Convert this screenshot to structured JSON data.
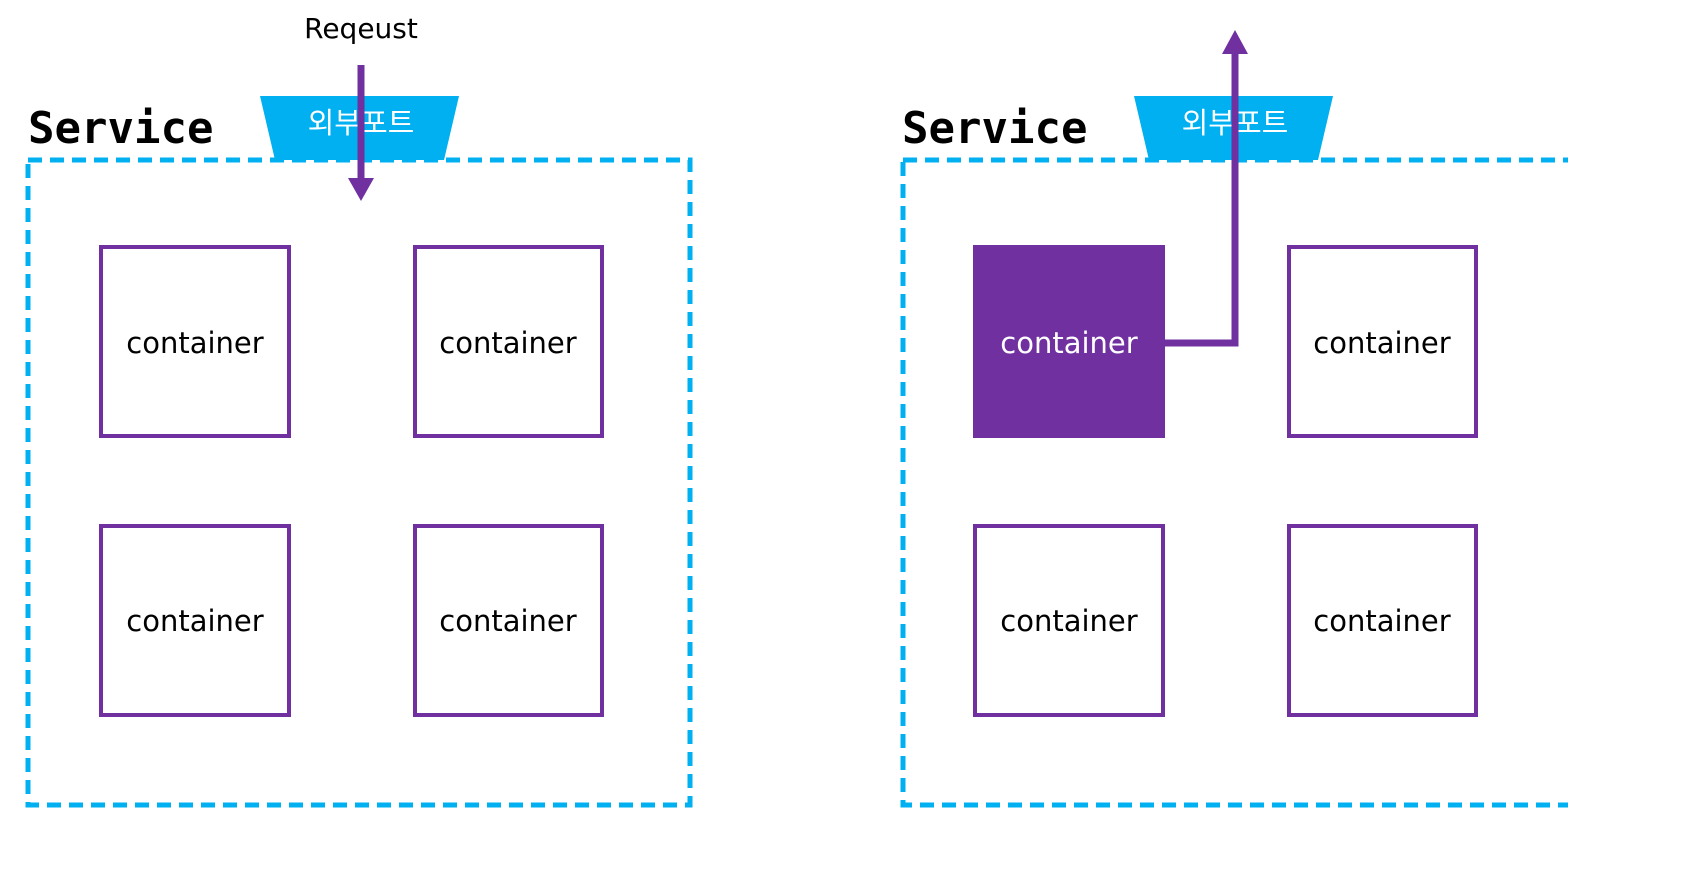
{
  "request_label": "Reqeust",
  "colors": {
    "purple": "#7030a0",
    "blue": "#00b0f0",
    "text": "#000000",
    "white": "#ffffff"
  },
  "services": [
    {
      "title": "Service",
      "port_label": "외부포트",
      "containers": [
        {
          "label": "container",
          "highlighted": false
        },
        {
          "label": "container",
          "highlighted": false
        },
        {
          "label": "container",
          "highlighted": false
        },
        {
          "label": "container",
          "highlighted": false
        }
      ]
    },
    {
      "title": "Service",
      "port_label": "외부포트",
      "containers": [
        {
          "label": "container",
          "highlighted": true
        },
        {
          "label": "container",
          "highlighted": false
        },
        {
          "label": "container",
          "highlighted": false
        },
        {
          "label": "container",
          "highlighted": false
        }
      ]
    }
  ]
}
